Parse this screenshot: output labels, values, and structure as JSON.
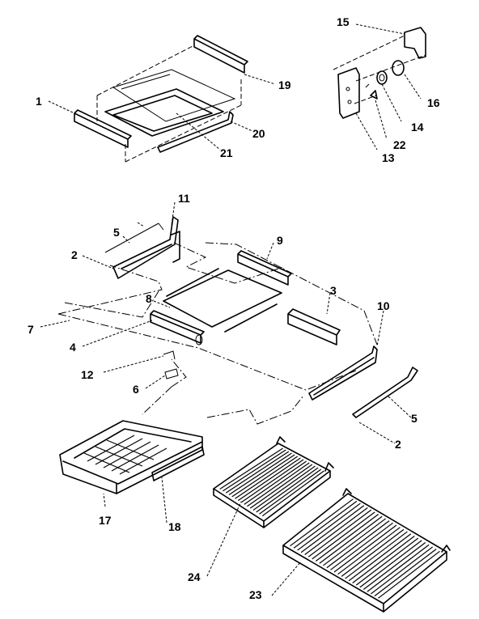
{
  "callouts": {
    "c1": "1",
    "c2a": "2",
    "c2b": "2",
    "c3": "3",
    "c4": "4",
    "c5a": "5",
    "c5b": "5",
    "c6": "6",
    "c7": "7",
    "c8": "8",
    "c9": "9",
    "c10": "10",
    "c11": "11",
    "c12": "12",
    "c13": "13",
    "c14": "14",
    "c15": "15",
    "c16": "16",
    "c17": "17",
    "c18": "18",
    "c19": "19",
    "c20": "20",
    "c21": "21",
    "c22": "22",
    "c23": "23",
    "c24": "24"
  }
}
